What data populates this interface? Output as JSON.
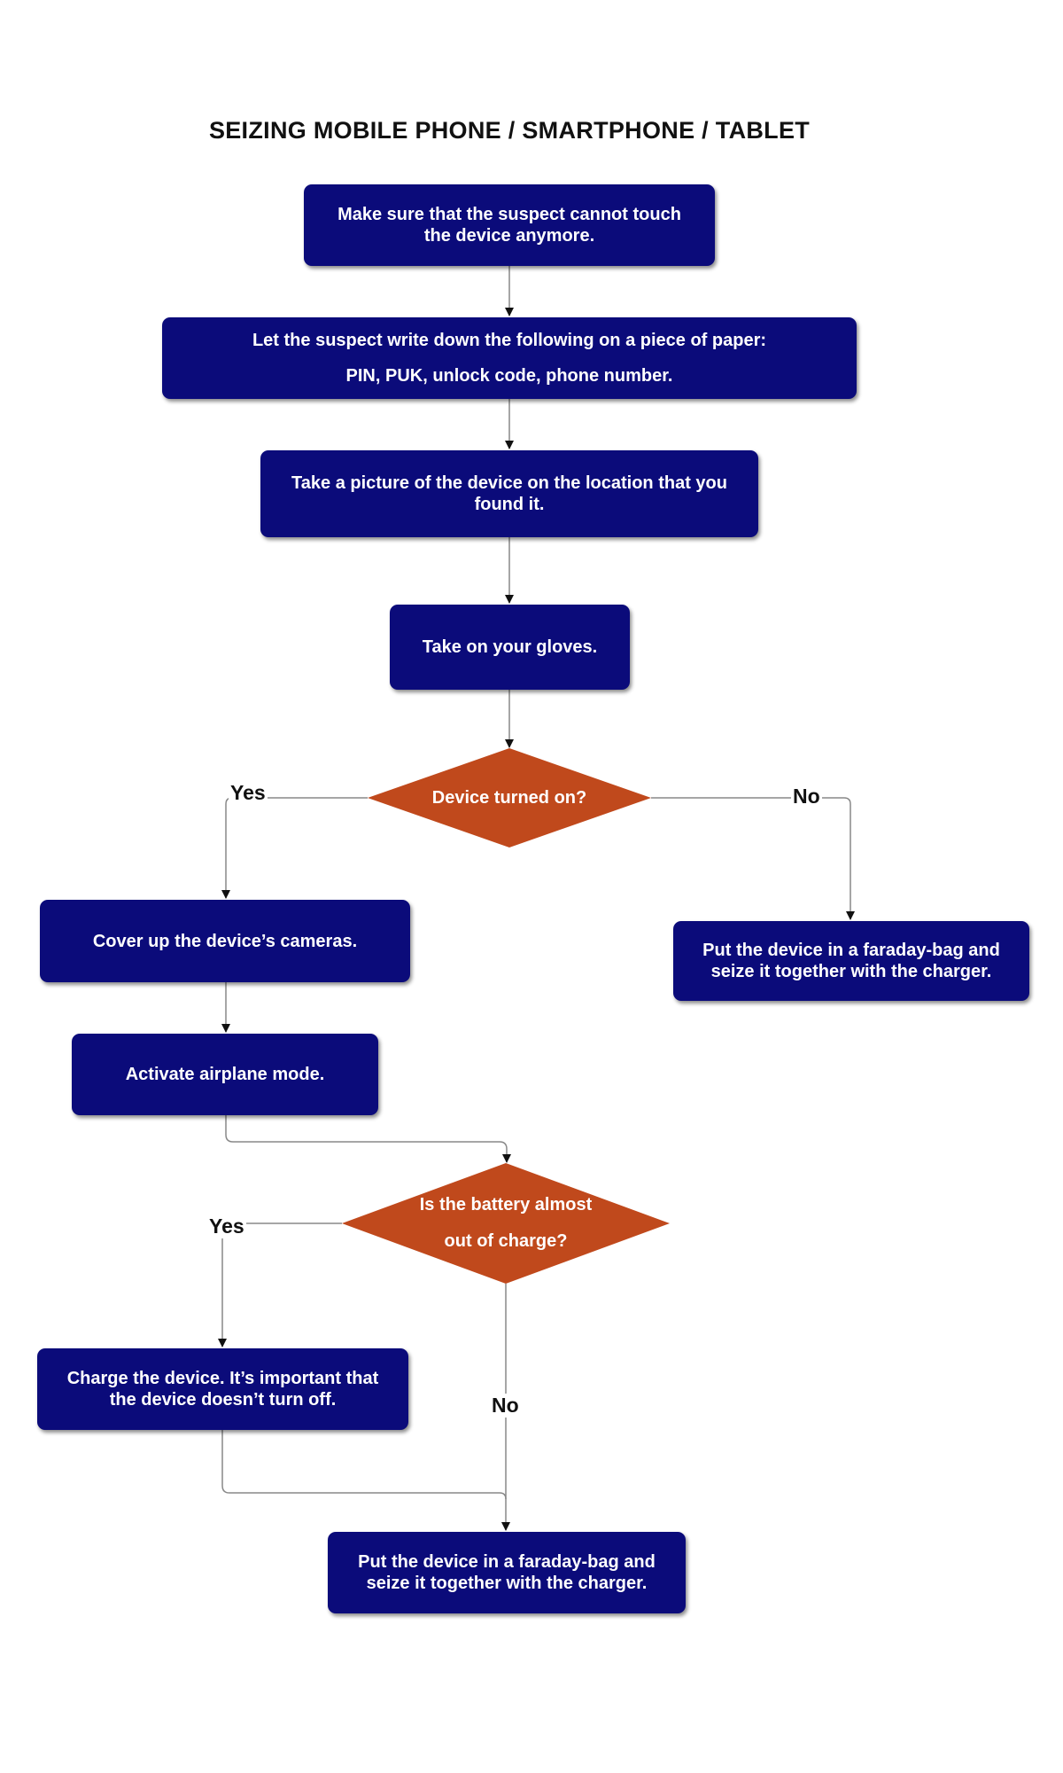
{
  "title": "SEIZING MOBILE PHONE / SMARTPHONE / TABLET",
  "colors": {
    "process_fill": "#0b0b7a",
    "decision_fill": "#c0491c",
    "connector": "#888888",
    "arrowhead": "#111111",
    "text_on_shape": "#ffffff"
  },
  "steps": {
    "no_touch": "Make sure that the suspect cannot touch\nthe device anymore.",
    "write_codes": "Let the suspect write down the following on a piece of paper:\nPIN, PUK, unlock code, phone number.",
    "take_picture": "Take a picture of the device on the location that you\nfound it.",
    "gloves": "Take on your gloves.",
    "cover_cameras": "Cover up the device’s cameras.",
    "faraday_off": "Put the device in a faraday-bag and\nseize it together with the charger.",
    "airplane": "Activate airplane mode.",
    "charge": "Charge the device. It’s important that\nthe device doesn’t turn off.",
    "faraday_final": "Put the device in a faraday-bag and\nseize it together with the charger."
  },
  "decisions": {
    "turned_on": "Device turned on?",
    "battery": "Is the battery almost\nout of charge?"
  },
  "edge_labels": {
    "turned_on_yes": "Yes",
    "turned_on_no": "No",
    "battery_yes": "Yes",
    "battery_no": "No"
  }
}
